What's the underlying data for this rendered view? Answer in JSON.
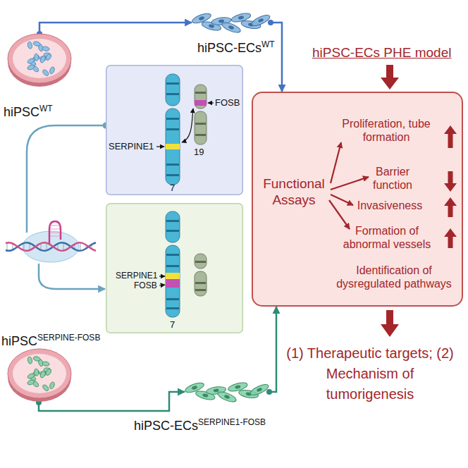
{
  "diagram": {
    "nodes": [
      {
        "text": [
          "hiPSC",
          "WT"
        ]
      },
      {
        "text": [
          "hiPSC-ECs",
          "WT"
        ]
      },
      {
        "text": [
          "SERPINE1",
          "FOSB",
          "7",
          "19"
        ]
      },
      {
        "text": [
          "SERPINE1",
          "FOSB",
          "7"
        ]
      },
      {
        "text": [
          "hiPSC",
          "SERPINE-FOSB"
        ]
      },
      {
        "text": [
          "hiPSC-ECs",
          "SERPINE1-FOSB"
        ]
      },
      {
        "text": [
          "Functional Assays",
          "Proliferation, tube formation",
          "Barrier function",
          "Invasiveness",
          "Formation of abnormal vessels",
          "Identification of dysregulated pathways"
        ]
      }
    ],
    "edges": [
      {
        "from": 0,
        "to": 1,
        "arrow": "to"
      },
      {
        "from": 1,
        "to": 6,
        "arrow": "to"
      },
      {
        "from": 4,
        "to": 5,
        "arrow": "to"
      },
      {
        "from": 5,
        "to": 6,
        "arrow": "to"
      }
    ],
    "labels": [
      "hiPSC-ECs PHE model",
      "(1) Therapeutic targets; (2) Mechanism of tumorigenesis"
    ]
  }
}
